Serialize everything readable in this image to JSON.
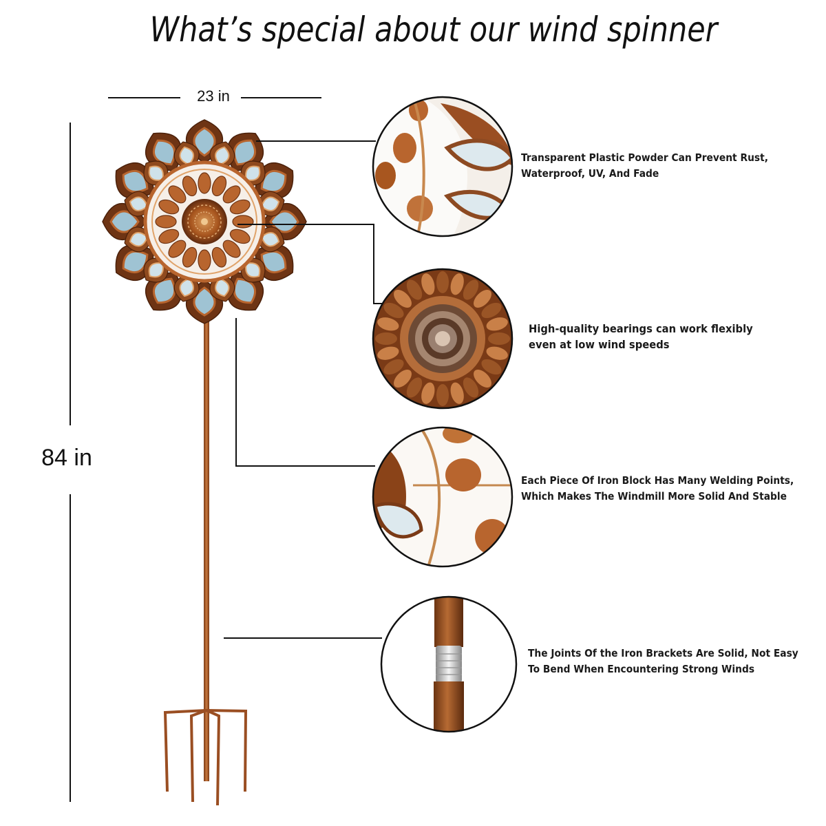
{
  "title": "What’s special about our wind spinner",
  "dimensions": {
    "width_label": "23 in",
    "height_label": "84 in"
  },
  "features": [
    {
      "text": "Transparent Plastic Powder Can Prevent Rust, Waterproof, UV, And Fade",
      "line1": "Transparent Plastic Powder Can Prevent Rust,",
      "line2": "Waterproof, UV, And Fade"
    },
    {
      "text": "High-quality bearings can work flexibly even at low wind speeds",
      "line1": "High-quality bearings can work flexibly",
      "line2": "even at low wind speeds"
    },
    {
      "text": "Each Piece Of Iron Block Has Many Welding Points, Which Makes The Windmill More Solid And Stable",
      "line1": "Each Piece Of Iron Block Has Many Welding Points,",
      "line2": "Which Makes The Windmill More Solid And Stable"
    },
    {
      "text": "The Joints Of the Iron Brackets Are Solid, Not Easy To Bend When Encountering Strong Winds",
      "line1": "The Joints Of the Iron Brackets Are Solid, Not Easy",
      "line2": "To Bend When Encountering Strong Winds"
    }
  ],
  "colors": {
    "copper": "#b8652e",
    "copper_dark": "#6e3414",
    "copper_light": "#e0a36a",
    "accent_blue": "#9fc3d3",
    "line": "#111111"
  }
}
